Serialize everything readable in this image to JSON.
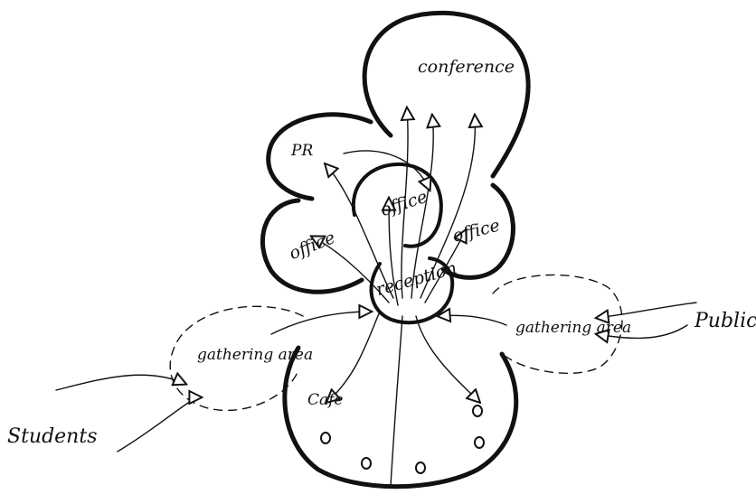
{
  "labels": {
    "conference": "conference",
    "pr": "PR",
    "office_left": "office",
    "office_center": "office",
    "office_right": "office",
    "reception": "reception",
    "gathering_left": "gathering area",
    "gathering_right": "gathering area",
    "public": "Public",
    "students": "Students",
    "cafe": "Cafe"
  }
}
